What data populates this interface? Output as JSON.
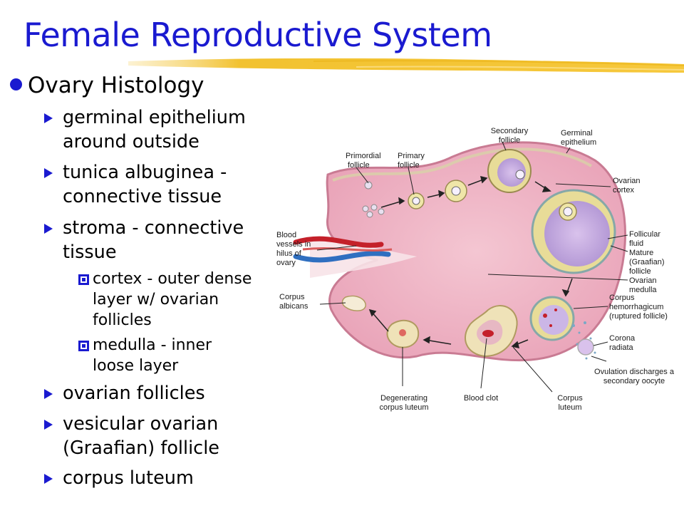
{
  "slide": {
    "title": "Female Reproductive System",
    "heading": "Ovary Histology",
    "items": [
      {
        "text": "germinal epithelium around outside"
      },
      {
        "text": "tunica albuginea - connective tissue"
      },
      {
        "text": "stroma - connective tissue",
        "subitems": [
          {
            "text": "cortex - outer dense layer w/ ovarian follicles"
          },
          {
            "text": "medulla - inner loose layer"
          }
        ]
      },
      {
        "text": "ovarian follicles"
      },
      {
        "text": "vesicular ovarian (Graafian) follicle"
      },
      {
        "text": "corpus luteum"
      }
    ]
  },
  "diagram": {
    "labels": {
      "secondary_follicle": [
        "Secondary",
        "follicle"
      ],
      "germinal_epithelium": [
        "Germinal",
        "epithelium"
      ],
      "primordial_follicle": [
        "Primordial",
        "follicle"
      ],
      "primary_follicle": [
        "Primary",
        "follicle"
      ],
      "ovarian_cortex": [
        "Ovarian",
        "cortex"
      ],
      "blood_vessels": [
        "Blood",
        "vessels in",
        "hilus of",
        "ovary"
      ],
      "follicular_fluid": [
        "Follicular",
        "fluid"
      ],
      "mature_follicle": [
        "Mature",
        "(Graafian)",
        "follicle"
      ],
      "ovarian_medulla": [
        "Ovarian",
        "medulla"
      ],
      "corpus_albicans": [
        "Corpus",
        "albicans"
      ],
      "corpus_hemorrhagicum": [
        "Corpus",
        "hemorrhagicum",
        "(ruptured follicle)"
      ],
      "corona_radiata": [
        "Corona",
        "radiata"
      ],
      "ovulation": [
        "Ovulation discharges a",
        "secondary oocyte"
      ],
      "degenerating_corpus_luteum": [
        "Degenerating",
        "corpus luteum"
      ],
      "blood_clot": [
        "Blood clot"
      ],
      "corpus_luteum": [
        "Corpus",
        "luteum"
      ]
    }
  }
}
